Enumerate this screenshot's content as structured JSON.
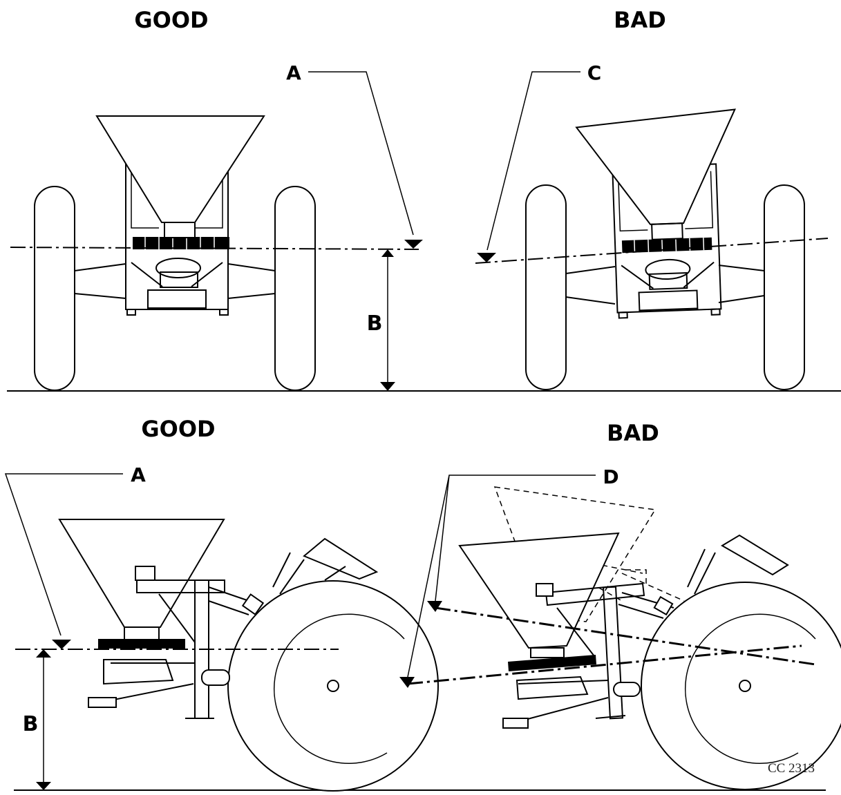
{
  "panels": {
    "top_left": {
      "heading": "GOOD",
      "callout_level": "A",
      "callout_height": "B"
    },
    "top_right": {
      "heading": "BAD",
      "callout_tilt": "C"
    },
    "bottom_left": {
      "heading": "GOOD",
      "callout_level": "A",
      "callout_height": "B"
    },
    "bottom_right": {
      "heading": "BAD",
      "callout_tilt": "D"
    }
  },
  "figure_code": "CC 2313"
}
